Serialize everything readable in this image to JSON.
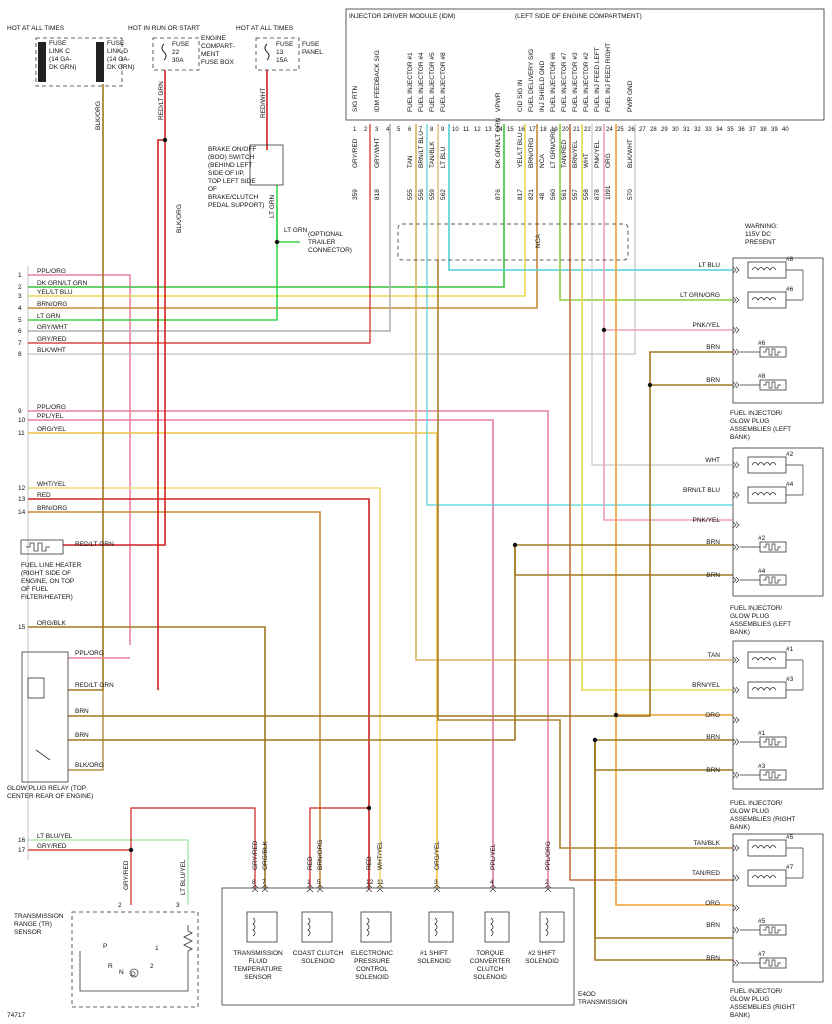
{
  "fuses": [
    {
      "header": "HOT AT ALL TIMES",
      "label": "FUSE LINK C (14 GA- DK GRN)"
    },
    {
      "label": "FUSE LINK D (14 GA- DK GRN)"
    },
    {
      "header": "HOT IN RUN OR START",
      "label": "FUSE 22 30A",
      "box": "ENGINE COMPART- MENT FUSE BOX"
    },
    {
      "header": "HOT AT ALL TIMES",
      "label": "FUSE 13 15A",
      "box": "FUSE PANEL"
    }
  ],
  "idm": {
    "title": "INJECTOR DRIVER MODULE (IDM)",
    "location": "(LEFT SIDE OF ENGINE COMPARTMENT)",
    "pins": [
      {
        "n": "1",
        "label": "SIG RTN"
      },
      {
        "n": "2",
        "label": ""
      },
      {
        "n": "3",
        "label": "IDM FEEDBACK SIG"
      },
      {
        "n": "4",
        "label": ""
      },
      {
        "n": "5",
        "label": ""
      },
      {
        "n": "6",
        "label": "FUEL INJECTOR #1"
      },
      {
        "n": "7",
        "label": "FUEL INJECTOR #4"
      },
      {
        "n": "8",
        "label": "FUEL INJECTOR #5"
      },
      {
        "n": "9",
        "label": "FUEL INJECTOR #8"
      },
      {
        "n": "10",
        "label": ""
      },
      {
        "n": "11",
        "label": ""
      },
      {
        "n": "12",
        "label": ""
      },
      {
        "n": "13",
        "label": ""
      },
      {
        "n": "14",
        "label": "VPWR"
      },
      {
        "n": "15",
        "label": ""
      },
      {
        "n": "16",
        "label": "CID SIG IN"
      },
      {
        "n": "17",
        "label": "FUEL DELIVERY SIG"
      },
      {
        "n": "18",
        "label": "INJ SHIELD GND"
      },
      {
        "n": "19",
        "label": "FUEL INJECTOR #6"
      },
      {
        "n": "20",
        "label": "FUEL INJECTOR #7"
      },
      {
        "n": "21",
        "label": "FUEL INJECTOR #3"
      },
      {
        "n": "22",
        "label": "FUEL INJECTOR #2"
      },
      {
        "n": "23",
        "label": "FUEL INJ FEED LEFT"
      },
      {
        "n": "24",
        "label": "FUEL INJ FEED RIGHT"
      },
      {
        "n": "25",
        "label": ""
      },
      {
        "n": "26",
        "label": "PWR GND"
      },
      {
        "n": "27",
        "label": ""
      },
      {
        "n": "28",
        "label": ""
      },
      {
        "n": "29",
        "label": ""
      },
      {
        "n": "30",
        "label": ""
      },
      {
        "n": "31",
        "label": ""
      },
      {
        "n": "32",
        "label": ""
      },
      {
        "n": "33",
        "label": ""
      },
      {
        "n": "34",
        "label": ""
      },
      {
        "n": "35",
        "label": ""
      },
      {
        "n": "36",
        "label": ""
      },
      {
        "n": "37",
        "label": ""
      },
      {
        "n": "38",
        "label": ""
      },
      {
        "n": "39",
        "label": ""
      },
      {
        "n": "40",
        "label": ""
      }
    ]
  },
  "idm_wires": [
    {
      "pin": 1,
      "color": "GRY/RED",
      "circuit": "359"
    },
    {
      "pin": 3,
      "color": "GRY/WHT",
      "circuit": "818"
    },
    {
      "pin": 6,
      "color": "TAN",
      "circuit": "555"
    },
    {
      "pin": 7,
      "color": "BRN/LT BLU",
      "circuit": "556"
    },
    {
      "pin": 8,
      "color": "TAN/BLK",
      "circuit": "559"
    },
    {
      "pin": 9,
      "color": "LT BLU",
      "circuit": "562"
    },
    {
      "pin": 14,
      "color": "DK GRN/LT GRN",
      "circuit": "876"
    },
    {
      "pin": 16,
      "color": "YEL/LT BLU",
      "circuit": "817"
    },
    {
      "pin": 17,
      "color": "BRN/ORG",
      "circuit": "821"
    },
    {
      "pin": 18,
      "color": "NCA",
      "circuit": "48"
    },
    {
      "pin": 19,
      "color": "LT GRN/ORG",
      "circuit": "560"
    },
    {
      "pin": 20,
      "color": "TAN/RED",
      "circuit": "561"
    },
    {
      "pin": 21,
      "color": "BRN/YEL",
      "circuit": "557"
    },
    {
      "pin": 22,
      "color": "WHT",
      "circuit": "558"
    },
    {
      "pin": 23,
      "color": "PNK/YEL",
      "circuit": "878"
    },
    {
      "pin": 24,
      "color": "ORG",
      "circuit": "1091"
    },
    {
      "pin": 26,
      "color": "BLK/WHT",
      "circuit": "570"
    }
  ],
  "vertical_wires": {
    "fuse_d": "BLK/ORG",
    "fuse22": "RED/LT GRN",
    "fuse13": "RED/WHT",
    "boo": "LT GRN",
    "boo2": "LT GRN",
    "nca": "NCA"
  },
  "left_connector": [
    {
      "n": "1",
      "color": "PPL/ORG"
    },
    {
      "n": "2",
      "color": "DK GRN/LT GRN"
    },
    {
      "n": "3",
      "color": "YEL/LT BLU"
    },
    {
      "n": "4",
      "color": "BRN/ORG"
    },
    {
      "n": "5",
      "color": "LT GRN"
    },
    {
      "n": "6",
      "color": "GRY/WHT"
    },
    {
      "n": "7",
      "color": "GRY/RED"
    },
    {
      "n": "8",
      "color": "BLK/WHT"
    },
    {
      "n": "9",
      "color": "PPL/ORG"
    },
    {
      "n": "10",
      "color": "PPL/YEL"
    },
    {
      "n": "11",
      "color": "ORG/YEL"
    },
    {
      "n": "12",
      "color": "WHT/YEL"
    },
    {
      "n": "13",
      "color": "RED"
    },
    {
      "n": "14",
      "color": "BRN/ORG"
    },
    {
      "n": "15",
      "color": "ORG/BLK"
    },
    {
      "n": "16",
      "color": "LT BLU/YEL"
    },
    {
      "n": "17",
      "color": "GRY/RED"
    }
  ],
  "boo_switch": "BRAKE ON/OFF (BOO) SWITCH (BEHIND LEFT SIDE OF I/P, TOP LEFT SIDE OF BRAKE/CLUTCH PEDAL SUPPORT)",
  "trailer": "(OPTIONAL TRAILER CONNECTOR)",
  "warning": "WARNING: 115V DC PRESENT",
  "injector_banks": [
    {
      "caption": "FUEL INJECTOR/ GLOW PLUG ASSEMBLIES (LEFT BANK)",
      "rows": [
        {
          "wire": "LT BLU",
          "num": "#8",
          "kind": "inj"
        },
        {
          "wire": "LT GRN/ORG",
          "num": "#6",
          "kind": "inj"
        },
        {
          "wire": "PNK/YEL",
          "num": "",
          "kind": "feed"
        },
        {
          "wire": "BRN",
          "num": "#6",
          "kind": "gp"
        },
        {
          "wire": "BRN",
          "num": "#8",
          "kind": "gp"
        }
      ]
    },
    {
      "caption": "FUEL INJECTOR/ GLOW PLUG ASSEMBLIES (LEFT BANK)",
      "rows": [
        {
          "wire": "WHT",
          "num": "#2",
          "kind": "inj"
        },
        {
          "wire": "BRN/LT BLU",
          "num": "#4",
          "kind": "inj"
        },
        {
          "wire": "PNK/YEL",
          "num": "",
          "kind": "feed"
        },
        {
          "wire": "BRN",
          "num": "#2",
          "kind": "gp"
        },
        {
          "wire": "BRN",
          "num": "#4",
          "kind": "gp"
        }
      ]
    },
    {
      "caption": "FUEL INJECTOR/ GLOW PLUG ASSEMBLIES (RIGHT BANK)",
      "rows": [
        {
          "wire": "TAN",
          "num": "#1",
          "kind": "inj"
        },
        {
          "wire": "BRN/YEL",
          "num": "#3",
          "kind": "inj"
        },
        {
          "wire": "ORG",
          "num": "",
          "kind": "feed"
        },
        {
          "wire": "BRN",
          "num": "#1",
          "kind": "gp"
        },
        {
          "wire": "BRN",
          "num": "#3",
          "kind": "gp"
        }
      ]
    },
    {
      "caption": "FUEL INJECTOR/ GLOW PLUG ASSEMBLIES (RIGHT BANK)",
      "rows": [
        {
          "wire": "TAN/BLK",
          "num": "#5",
          "kind": "inj"
        },
        {
          "wire": "TAN/RED",
          "num": "#7",
          "kind": "inj"
        },
        {
          "wire": "ORG",
          "num": "",
          "kind": "feed"
        },
        {
          "wire": "BRN",
          "num": "#5",
          "kind": "gp"
        },
        {
          "wire": "BRN",
          "num": "#7",
          "kind": "gp"
        }
      ]
    }
  ],
  "fuel_heater": {
    "wire": "RED/LT GRN",
    "label": "FUEL LINE HEATER (RIGHT SIDE OF ENGINE, ON TOP OF FUEL FILTER/HEATER)"
  },
  "glow_relay": {
    "label": "GLOW PLUG RELAY (TOP CENTER REAR OF ENGINE)",
    "wires": [
      "PPL/ORG",
      "RED/LT GRN",
      "BRN",
      "BRN",
      "BLK/ORG"
    ]
  },
  "tr_sensor": {
    "label": "TRANSMISSION RANGE (TR) SENSOR",
    "wires": [
      {
        "pin": "2",
        "color": "GRY/RED"
      },
      {
        "pin": "3",
        "color": "LT BLU/YEL"
      }
    ],
    "positions": [
      "P",
      "R",
      "N",
      "D",
      "2",
      "1"
    ]
  },
  "trans": {
    "label": "E4OD TRANSMISSION",
    "components": [
      {
        "pins": [
          "8",
          "7"
        ],
        "wires": [
          "GRY/RED",
          "ORG/BLK"
        ],
        "label": "TRANSMISSION FLUID TEMPERATURE SENSOR"
      },
      {
        "pins": [
          "1",
          "5"
        ],
        "wires": [
          "RED",
          "BRN/ORG"
        ],
        "label": "COAST CLUTCH SOLENOID"
      },
      {
        "pins": [
          "12",
          "11"
        ],
        "wires": [
          "RED",
          "WHT/YEL"
        ],
        "label": "ELECTRONIC PRESSURE CONTROL SOLENOID"
      },
      {
        "pins": [
          "3"
        ],
        "wires": [
          "ORG/YEL"
        ],
        "label": "#1 SHIFT SOLENOID"
      },
      {
        "pins": [
          "4"
        ],
        "wires": [
          "PPL/YEL"
        ],
        "label": "TORQUE CONVERTER CLUTCH SOLENOID"
      },
      {
        "pins": [
          "2"
        ],
        "wires": [
          "PPL/ORG"
        ],
        "label": "#2 SHIFT SOLENOID"
      }
    ]
  },
  "footer_code": "74717",
  "colors": {
    "lt_blu": "#4fd0d8",
    "dk_grn": "#3fbf3f",
    "lt_grn": "#39d64a",
    "ppl_org": "#e8849a",
    "ppl_yel": "#e87aa8",
    "gry": "#b0b0b0",
    "brn": "#a07820",
    "brn_org": "#c88a3a",
    "org": "#f0a030",
    "org_yel": "#f0c040",
    "tan": "#d8b060",
    "red": "#d22020",
    "wht_yel": "#f0d878",
    "yel": "#e8d850",
    "pnk": "#f0a0b8",
    "blk": "#333333",
    "lt_grn_org": "#8ccf3a"
  }
}
